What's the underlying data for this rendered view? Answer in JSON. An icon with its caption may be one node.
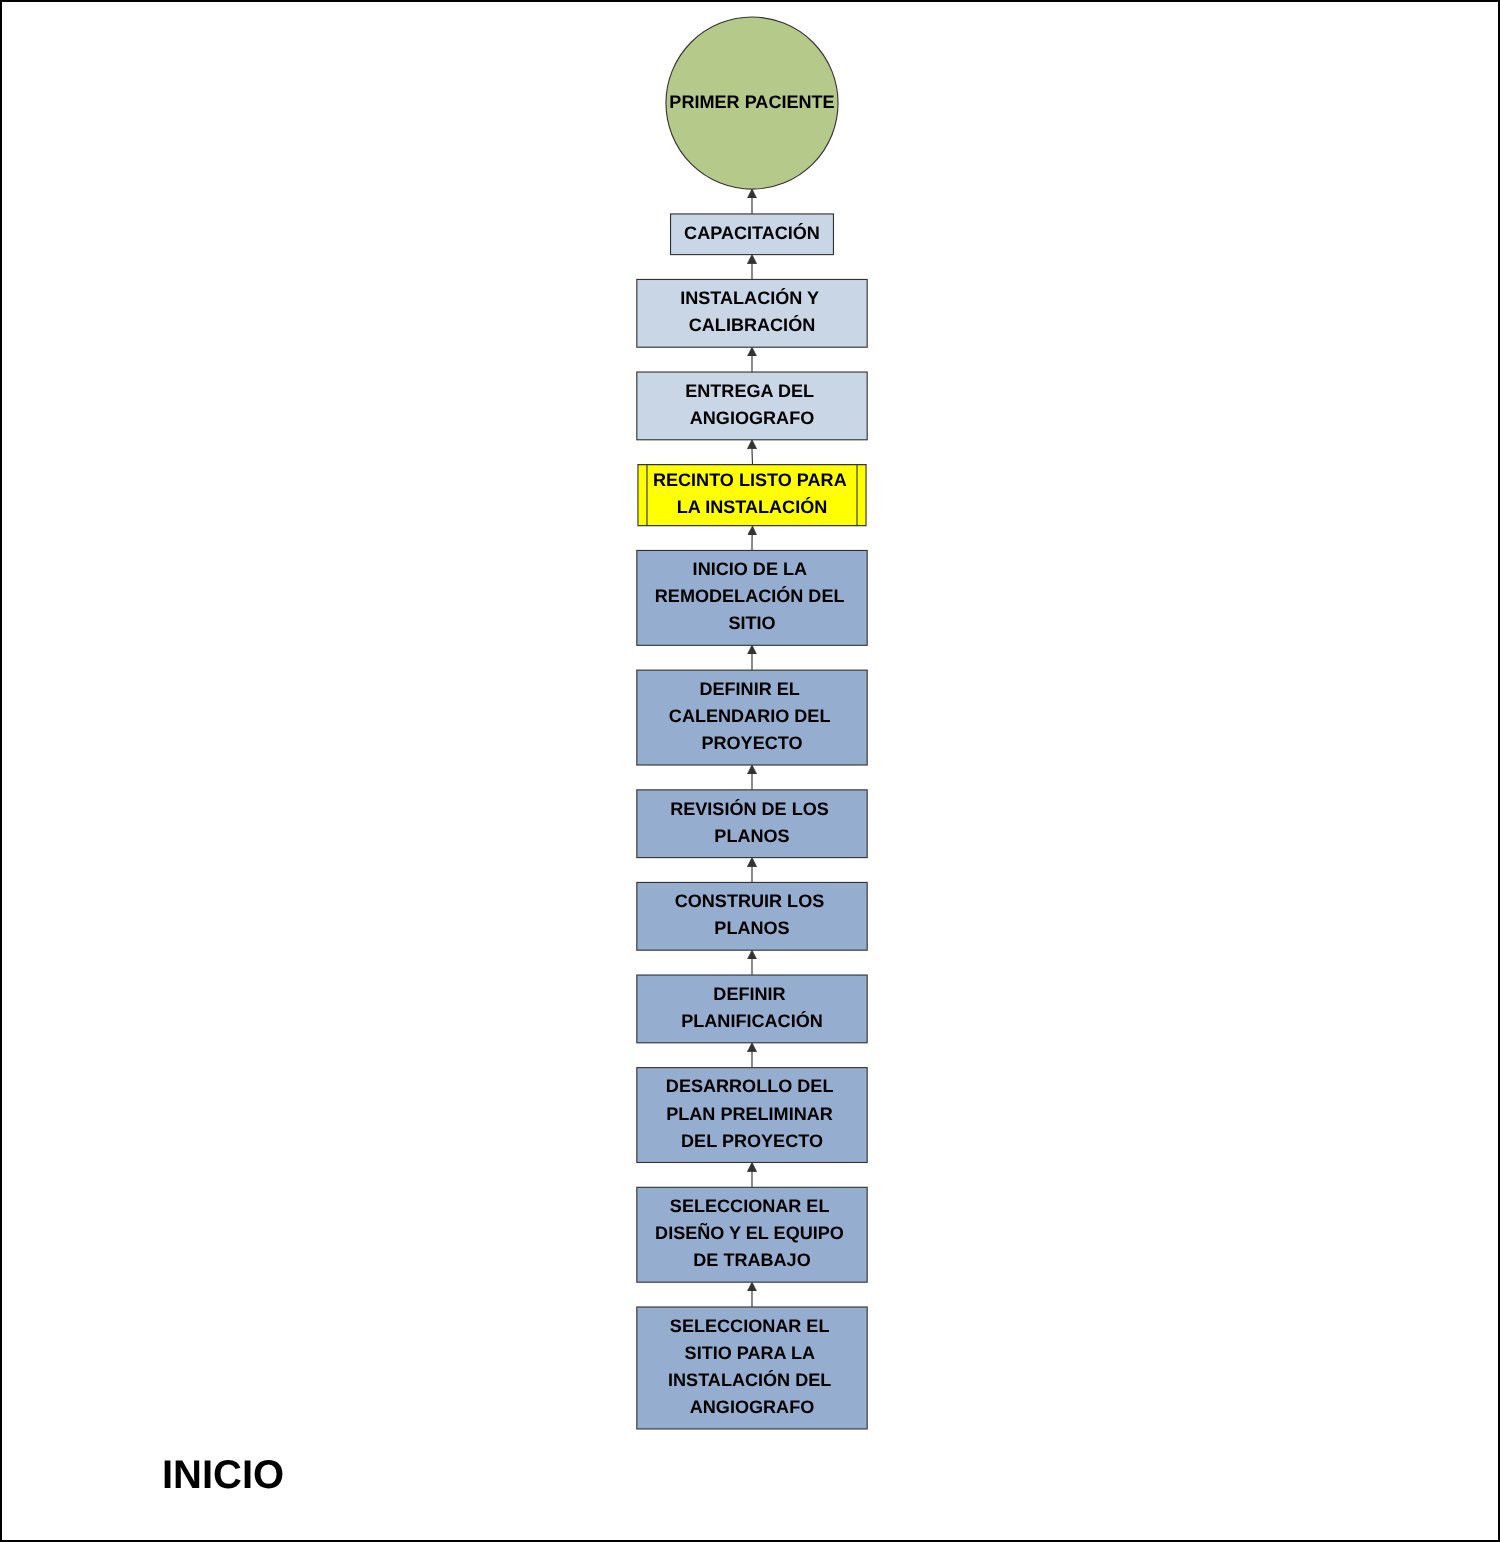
{
  "diagram": {
    "nodes": [
      {
        "text": [
          "INICIO DE LA REMODELACIÓN DEL SITIO"
        ]
      },
      {
        "text": [
          "DEFINIR EL CALENDARIO DEL PROYECTO"
        ]
      },
      {
        "text": [
          "REVISIÓN DE LOS PLANOS"
        ]
      },
      {
        "text": [
          "CONSTRUIR LOS PLANOS"
        ]
      },
      {
        "text": [
          "DEFINIR PLANIFICACIÓN"
        ]
      },
      {
        "text": [
          "DESARROLLO DEL PLAN PRELIMINAR DEL PROYECTO"
        ]
      },
      {
        "text": [
          "SELECCIONAR EL DISEÑO Y EL EQUIPO DE TRABAJO"
        ]
      },
      {
        "text": [
          "SELECCIONAR EL SITIO PARA LA INSTALACIÓN DEL ANGIOGRAFO"
        ]
      },
      {
        "text": [
          "RECINTO LISTO PARA LA INSTALACIÓN"
        ]
      },
      {
        "text": [
          "ENTREGA DEL ANGIOGRAFO"
        ]
      },
      {
        "text": [
          "INSTALACIÓN Y CALIBRACIÓN"
        ]
      },
      {
        "text": [
          "CAPACITACIÓN"
        ]
      },
      {
        "text": [
          "PRIMER PACIENTE"
        ]
      }
    ],
    "edges": [
      {
        "from": 7,
        "to": 6,
        "arrow": "to"
      },
      {
        "from": 6,
        "to": 5,
        "arrow": "to"
      },
      {
        "from": 5,
        "to": 4,
        "arrow": "to"
      },
      {
        "from": 4,
        "to": 3,
        "arrow": "to"
      },
      {
        "from": 3,
        "to": 2,
        "arrow": "to"
      },
      {
        "from": 2,
        "to": 1,
        "arrow": "to"
      },
      {
        "from": 1,
        "to": 0,
        "arrow": "to"
      },
      {
        "from": 0,
        "to": 8,
        "arrow": "to"
      },
      {
        "from": 8,
        "to": 9,
        "arrow": "to"
      },
      {
        "from": 9,
        "to": 10,
        "arrow": "to"
      },
      {
        "from": 10,
        "to": 11,
        "arrow": "to"
      },
      {
        "from": 11,
        "to": 12,
        "arrow": "to"
      }
    ],
    "labels": [
      "INICIO"
    ]
  }
}
